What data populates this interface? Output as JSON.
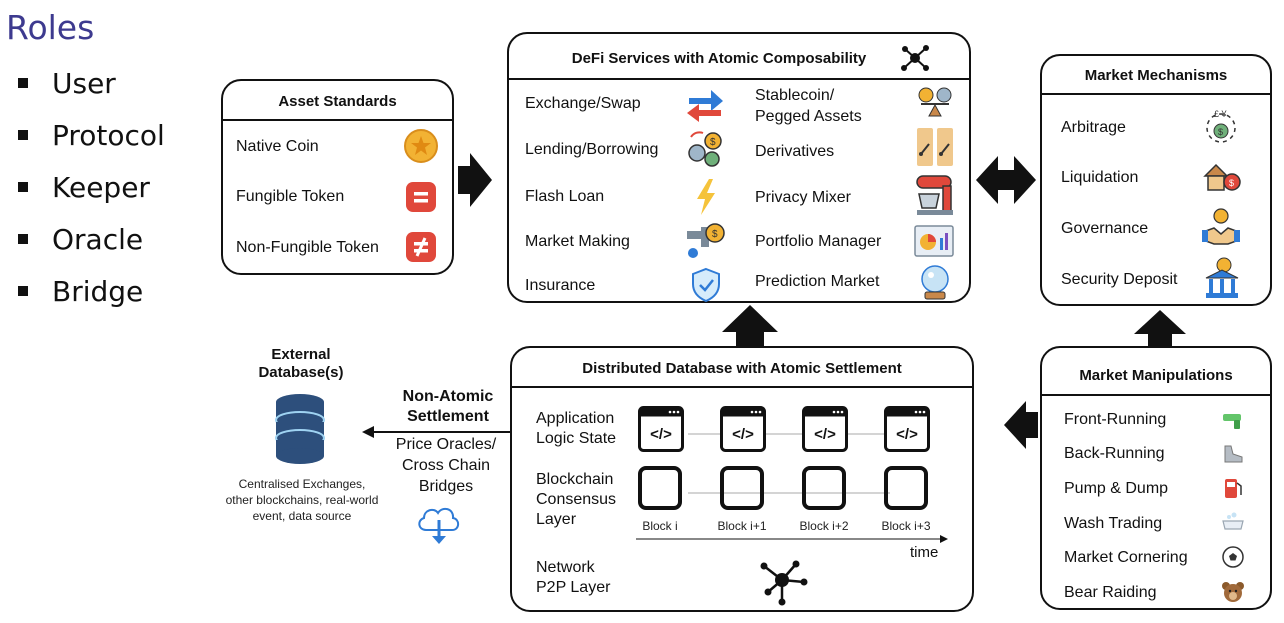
{
  "roles": {
    "title": "Roles",
    "items": [
      "User",
      "Protocol",
      "Keeper",
      "Oracle",
      "Bridge"
    ]
  },
  "asset_standards": {
    "title": "Asset Standards",
    "items": [
      {
        "label": "Native Coin",
        "icon": "gold-coin-icon"
      },
      {
        "label": "Fungible Token",
        "icon": "equals-token-icon"
      },
      {
        "label": "Non-Fungible Token",
        "icon": "not-equal-token-icon"
      }
    ]
  },
  "defi_services": {
    "title": "DeFi Services with Atomic Composability",
    "left": [
      "Exchange/Swap",
      "Lending/Borrowing",
      "Flash Loan",
      "Market Making",
      "Insurance"
    ],
    "right_multi": {
      "line1": "Stablecoin/",
      "line2": "Pegged Assets"
    },
    "right": [
      "Derivatives",
      "Privacy Mixer",
      "Portfolio Manager",
      "Prediction Market"
    ]
  },
  "market_mechanisms": {
    "title": "Market Mechanisms",
    "items": [
      "Arbitrage",
      "Liquidation",
      "Governance",
      "Security Deposit"
    ]
  },
  "external_db": {
    "title_line1": "External",
    "title_line2": "Database(s)",
    "caption_line1": "Centralised Exchanges,",
    "caption_line2": "other blockchains, real-world",
    "caption_line3": "event, data source"
  },
  "settlement": {
    "title_line1": "Non-Atomic",
    "title_line2": "Settlement",
    "sub_line1": "Price Oracles/",
    "sub_line2": "Cross Chain",
    "sub_line3": "Bridges"
  },
  "distributed_db": {
    "title": "Distributed Database with Atomic Settlement",
    "app_layer": {
      "line1": "Application",
      "line2": "Logic State"
    },
    "consensus_layer": {
      "line1": "Blockchain",
      "line2": "Consensus",
      "line3": "Layer"
    },
    "network_layer": {
      "line1": "Network",
      "line2": "P2P Layer"
    },
    "code_symbol": "</>",
    "blocks": [
      "Block i",
      "Block i+1",
      "Block i+2",
      "Block i+3"
    ],
    "time_label": "time"
  },
  "market_manipulations": {
    "title": "Market Manipulations",
    "items": [
      "Front-Running",
      "Back-Running",
      "Pump & Dump",
      "Wash Trading",
      "Market Cornering",
      "Bear Raiding"
    ]
  },
  "colors": {
    "roles_title": "#3d3a8f",
    "token_red": "#e0483b",
    "coin_gold": "#f2b233",
    "db_blue": "#2d4f7c"
  }
}
